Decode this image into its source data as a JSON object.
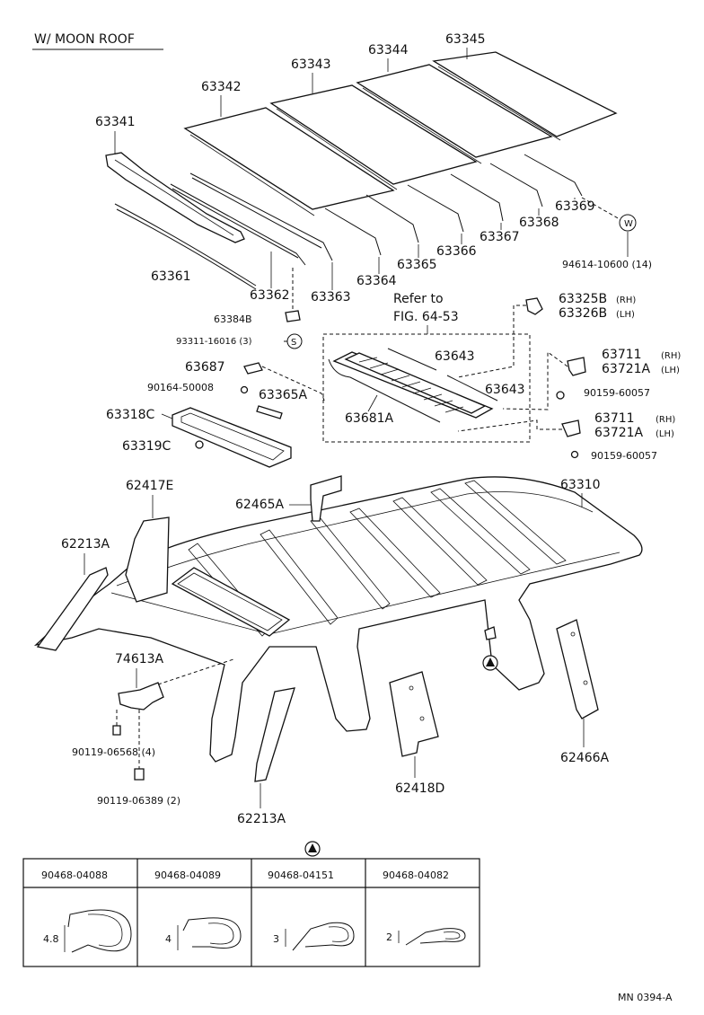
{
  "title": "W/ MOON ROOF",
  "footer_code": "MN  0394-A",
  "callouts": {
    "c63345": "63345",
    "c63344": "63344",
    "c63343": "63343",
    "c63342": "63342",
    "c63341": "63341",
    "c63369": "63369",
    "c63368": "63368",
    "c63367": "63367",
    "c63366": "63366",
    "c63365": "63365",
    "c63364": "63364",
    "c63363": "63363",
    "c63362": "63362",
    "c63361": "63361",
    "c94614": "94614-10600 (14)",
    "c63384b": "63384B",
    "c93311": "93311-16016 (3)",
    "refer1": "Refer to",
    "refer2": "FIG. 64-53",
    "c63325b": "63325B",
    "c63326b": "63326B",
    "c63643a": "63643",
    "c63643b": "63643",
    "c63681a": "63681A",
    "c63687": "63687",
    "c90164": "90164-50008",
    "c63365a": "63365A",
    "c63318c": "63318C",
    "c63319c": "63319C",
    "c63711a": "63711",
    "c63721a_a": "63721A",
    "c90159a": "90159-60057",
    "c63711b": "63711",
    "c63721a_b": "63721A",
    "c90159b": "90159-60057",
    "c62417e": "62417E",
    "c62465a": "62465A",
    "c63310": "63310",
    "c62213a_top": "62213A",
    "c74613a": "74613A",
    "c90119a": "90119-06568 (4)",
    "c90119b": "90119-06389 (2)",
    "c62213a_bot": "62213A",
    "c62418d": "62418D",
    "c62466a": "62466A",
    "rh1": "(RH)",
    "lh1": "(LH)",
    "rh2": "(RH)",
    "lh2": "(LH)",
    "rh3": "(RH)",
    "lh3": "(LH)"
  },
  "symbols": {
    "circle_w": "W",
    "circle_s": "S"
  },
  "clip_table": {
    "headers": [
      "90468-04088",
      "90468-04089",
      "90468-04151",
      "90468-04082"
    ],
    "dimensions": [
      "4.8",
      "4",
      "3",
      "2"
    ]
  }
}
